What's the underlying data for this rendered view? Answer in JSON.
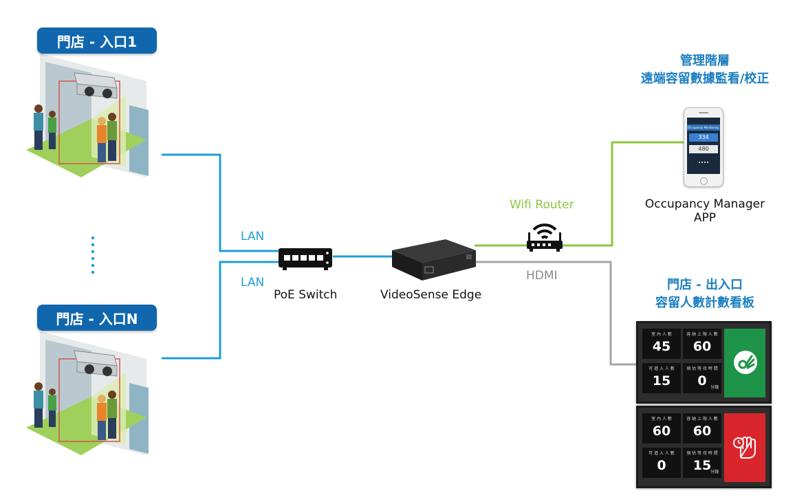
{
  "stores": [
    {
      "label": "門店 - 入口1"
    },
    {
      "label": "門店 - 入口N"
    }
  ],
  "network": {
    "lan_labels": [
      "LAN",
      "LAN"
    ],
    "poe_switch": "PoE Switch",
    "edge_device": "VideoSense Edge",
    "wifi_router": "Wifi Router",
    "hdmi": "HDMI"
  },
  "management": {
    "title_line1": "管理階層",
    "title_line2": "遠端容留數據監看/校正",
    "app_line1": "Occupancy Manager",
    "app_line2": "APP"
  },
  "phone_screen": {
    "header": "Occupancy Monitoring",
    "value1": "334",
    "value2": "480"
  },
  "display": {
    "title_line1": "門店 - 出入口",
    "title_line2": "容留人數計數看板",
    "boards": [
      {
        "status_color": "#1e9448",
        "cells": [
          {
            "label": "室 內 人 數",
            "value": "45",
            "unit": ""
          },
          {
            "label": "容 納 上 限 人 數",
            "value": "60",
            "unit": ""
          },
          {
            "label": "可 進 入 人 數",
            "value": "15",
            "unit": ""
          },
          {
            "label": "預 估 等 待 時 間",
            "value": "0",
            "unit": "分鐘"
          }
        ]
      },
      {
        "status_color": "#d9262c",
        "cells": [
          {
            "label": "室 內 人 數",
            "value": "60",
            "unit": ""
          },
          {
            "label": "容 納 上 限 人 數",
            "value": "60",
            "unit": ""
          },
          {
            "label": "可 進 入 人 數",
            "value": "0",
            "unit": ""
          },
          {
            "label": "預 估 等 待 時 間",
            "value": "15",
            "unit": "分鐘"
          }
        ]
      }
    ]
  },
  "colors": {
    "lan_line": "#1c9fd8",
    "wifi_line": "#8cc63f",
    "hdmi_line": "#a6a6a6",
    "pill": "#1167ad"
  }
}
